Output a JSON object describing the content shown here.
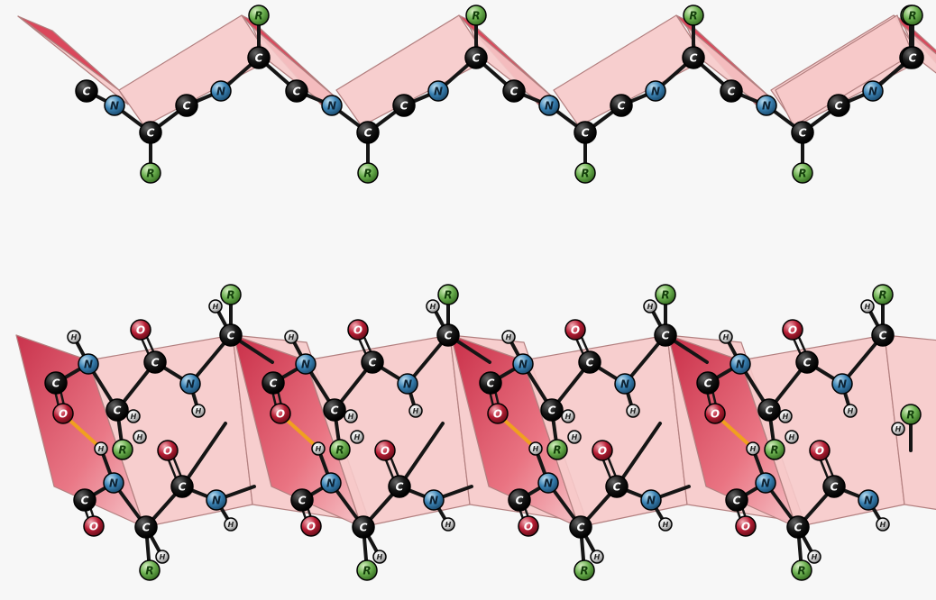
{
  "diagram": {
    "atom_labels": {
      "carbon": "C",
      "nitrogen": "N",
      "oxygen": "O",
      "hydrogen": "H",
      "side_chain": "R"
    },
    "colors": {
      "background": "#f7f7f7",
      "carbon": "#111111",
      "nitrogen": "#3a82b4",
      "oxygen": "#b81e35",
      "hydrogen": "#d8d8d8",
      "side_chain": "#6bb04f",
      "plane_fill": "#f6c9c9",
      "plane_edge": "#b38080",
      "plane_dark": "#d6344a",
      "hydrogen_bond": "#f0a020",
      "bond": "#151515"
    },
    "structures": [
      {
        "name": "extended-polypeptide-chain",
        "repeat_units": 4
      },
      {
        "name": "antiparallel-beta-pleated-sheet",
        "strands": 2,
        "repeat_units": 4
      }
    ]
  }
}
